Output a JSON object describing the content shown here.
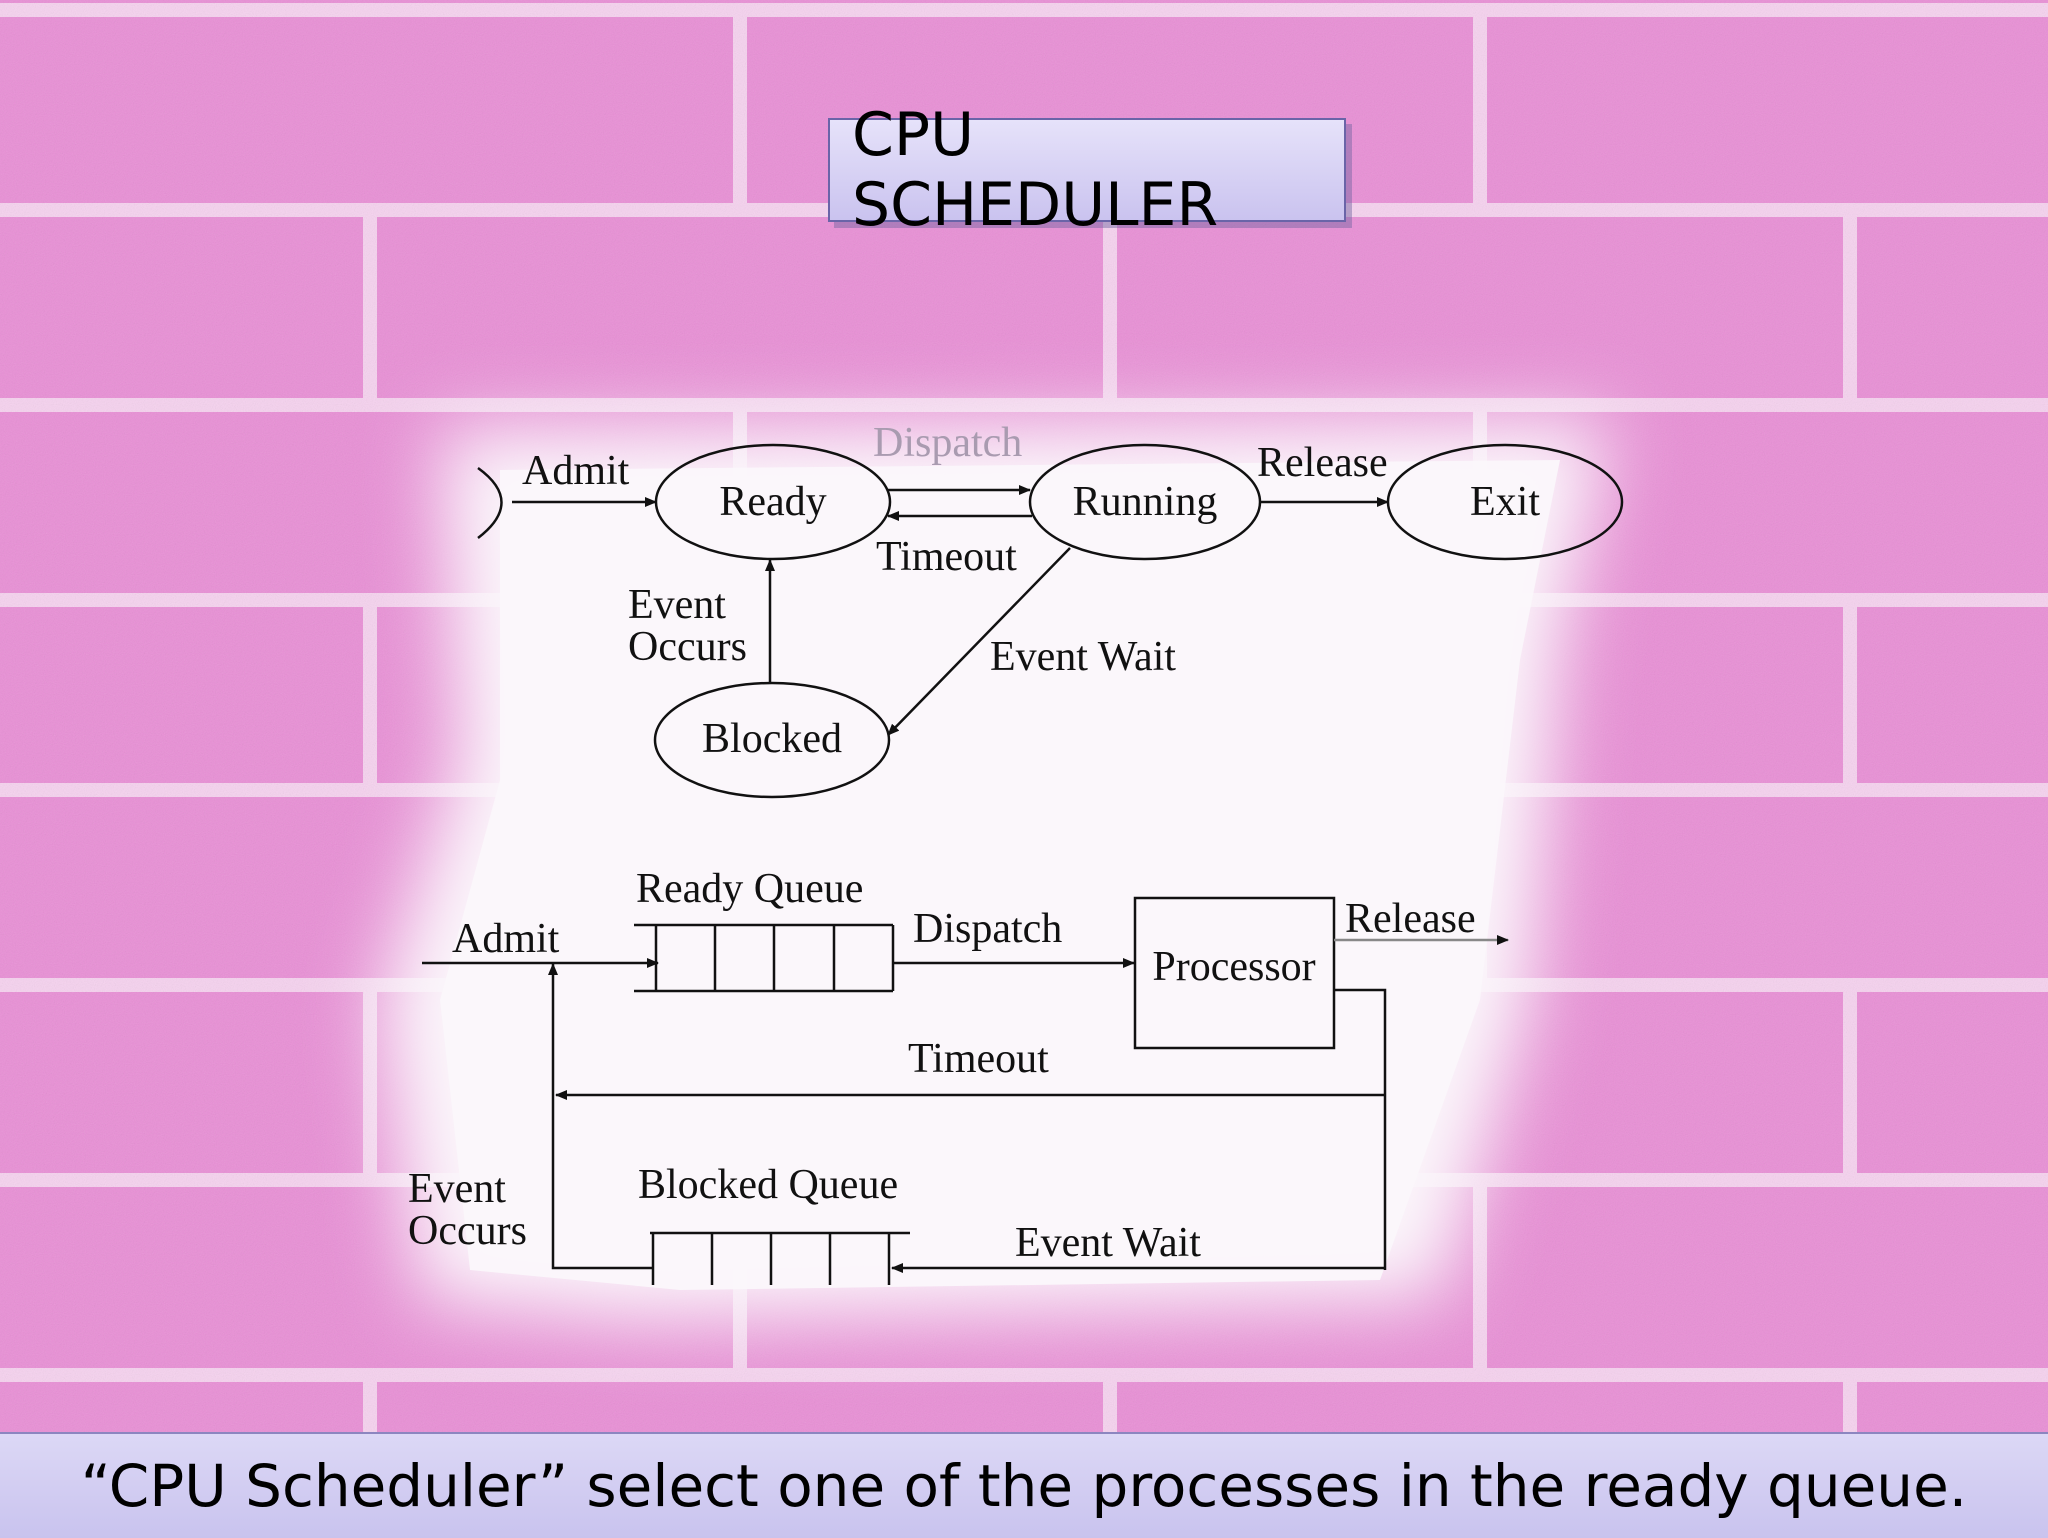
{
  "slide": {
    "title": "CPU SCHEDULER",
    "caption": "“CPU Scheduler” select one of the processes in the ready queue."
  },
  "state_diagram": {
    "states": {
      "ready": "Ready",
      "running": "Running",
      "exit": "Exit",
      "blocked": "Blocked"
    },
    "transitions": {
      "admit": "Admit",
      "dispatch": "Dispatch",
      "timeout": "Timeout",
      "release": "Release",
      "event_wait": "Event Wait",
      "event_occurs_line1": "Event",
      "event_occurs_line2": "Occurs"
    }
  },
  "queue_diagram": {
    "ready_queue": "Ready Queue",
    "blocked_queue": "Blocked Queue",
    "processor": "Processor",
    "admit": "Admit",
    "dispatch": "Dispatch",
    "release": "Release",
    "timeout": "Timeout",
    "event_wait": "Event Wait",
    "event_occurs_line1": "Event",
    "event_occurs_line2": "Occurs"
  },
  "colors": {
    "brick": "#e98fd6",
    "mortar": "#f6d2ef",
    "diagram_bg": "#fbf7fb",
    "box": "#d6d1f3"
  }
}
